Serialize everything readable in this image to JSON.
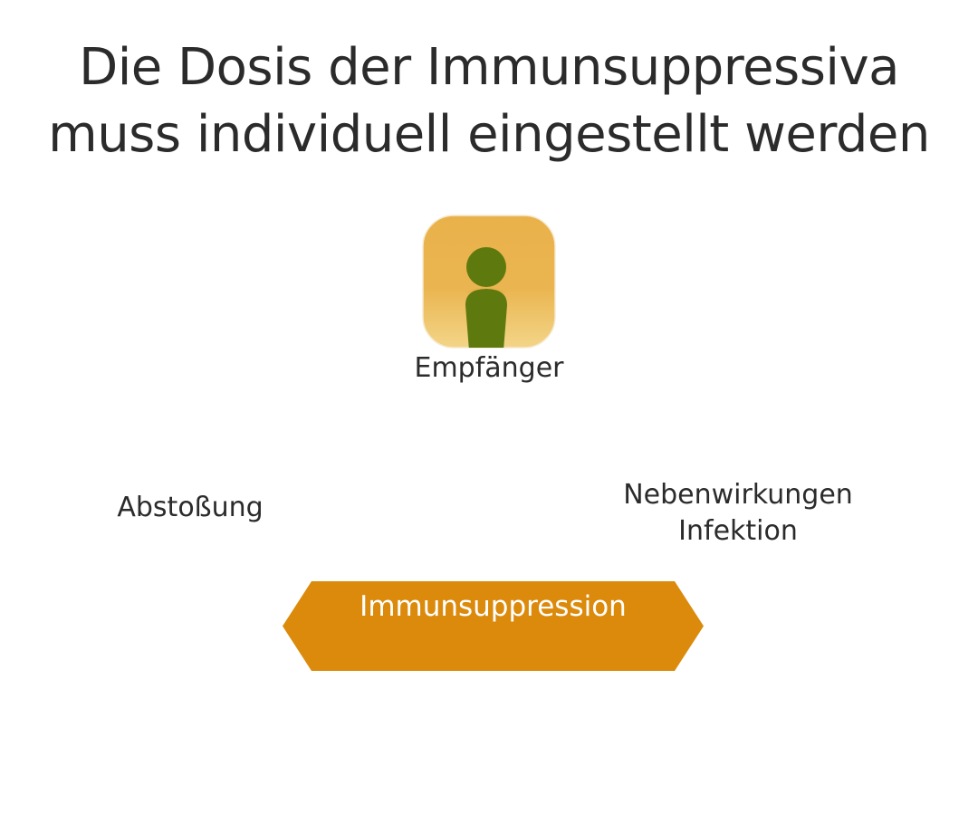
{
  "title": {
    "line1": "Die Dosis der Immunsuppressiva",
    "line2": "muss individuell eingestellt werden"
  },
  "recipient": {
    "icon": "person-icon",
    "label": "Empfänger",
    "colors": {
      "tile_top": "#E9B14A",
      "tile_bottom": "#F3D588",
      "figure": "#5E7A0F"
    }
  },
  "left_label": {
    "text": "Abstoßung"
  },
  "right_label": {
    "line1": "Nebenwirkungen",
    "line2": "Infektion"
  },
  "bar": {
    "label": "Immunsuppression",
    "color": "#DB8A0C",
    "text_color": "#FFFFFF"
  }
}
